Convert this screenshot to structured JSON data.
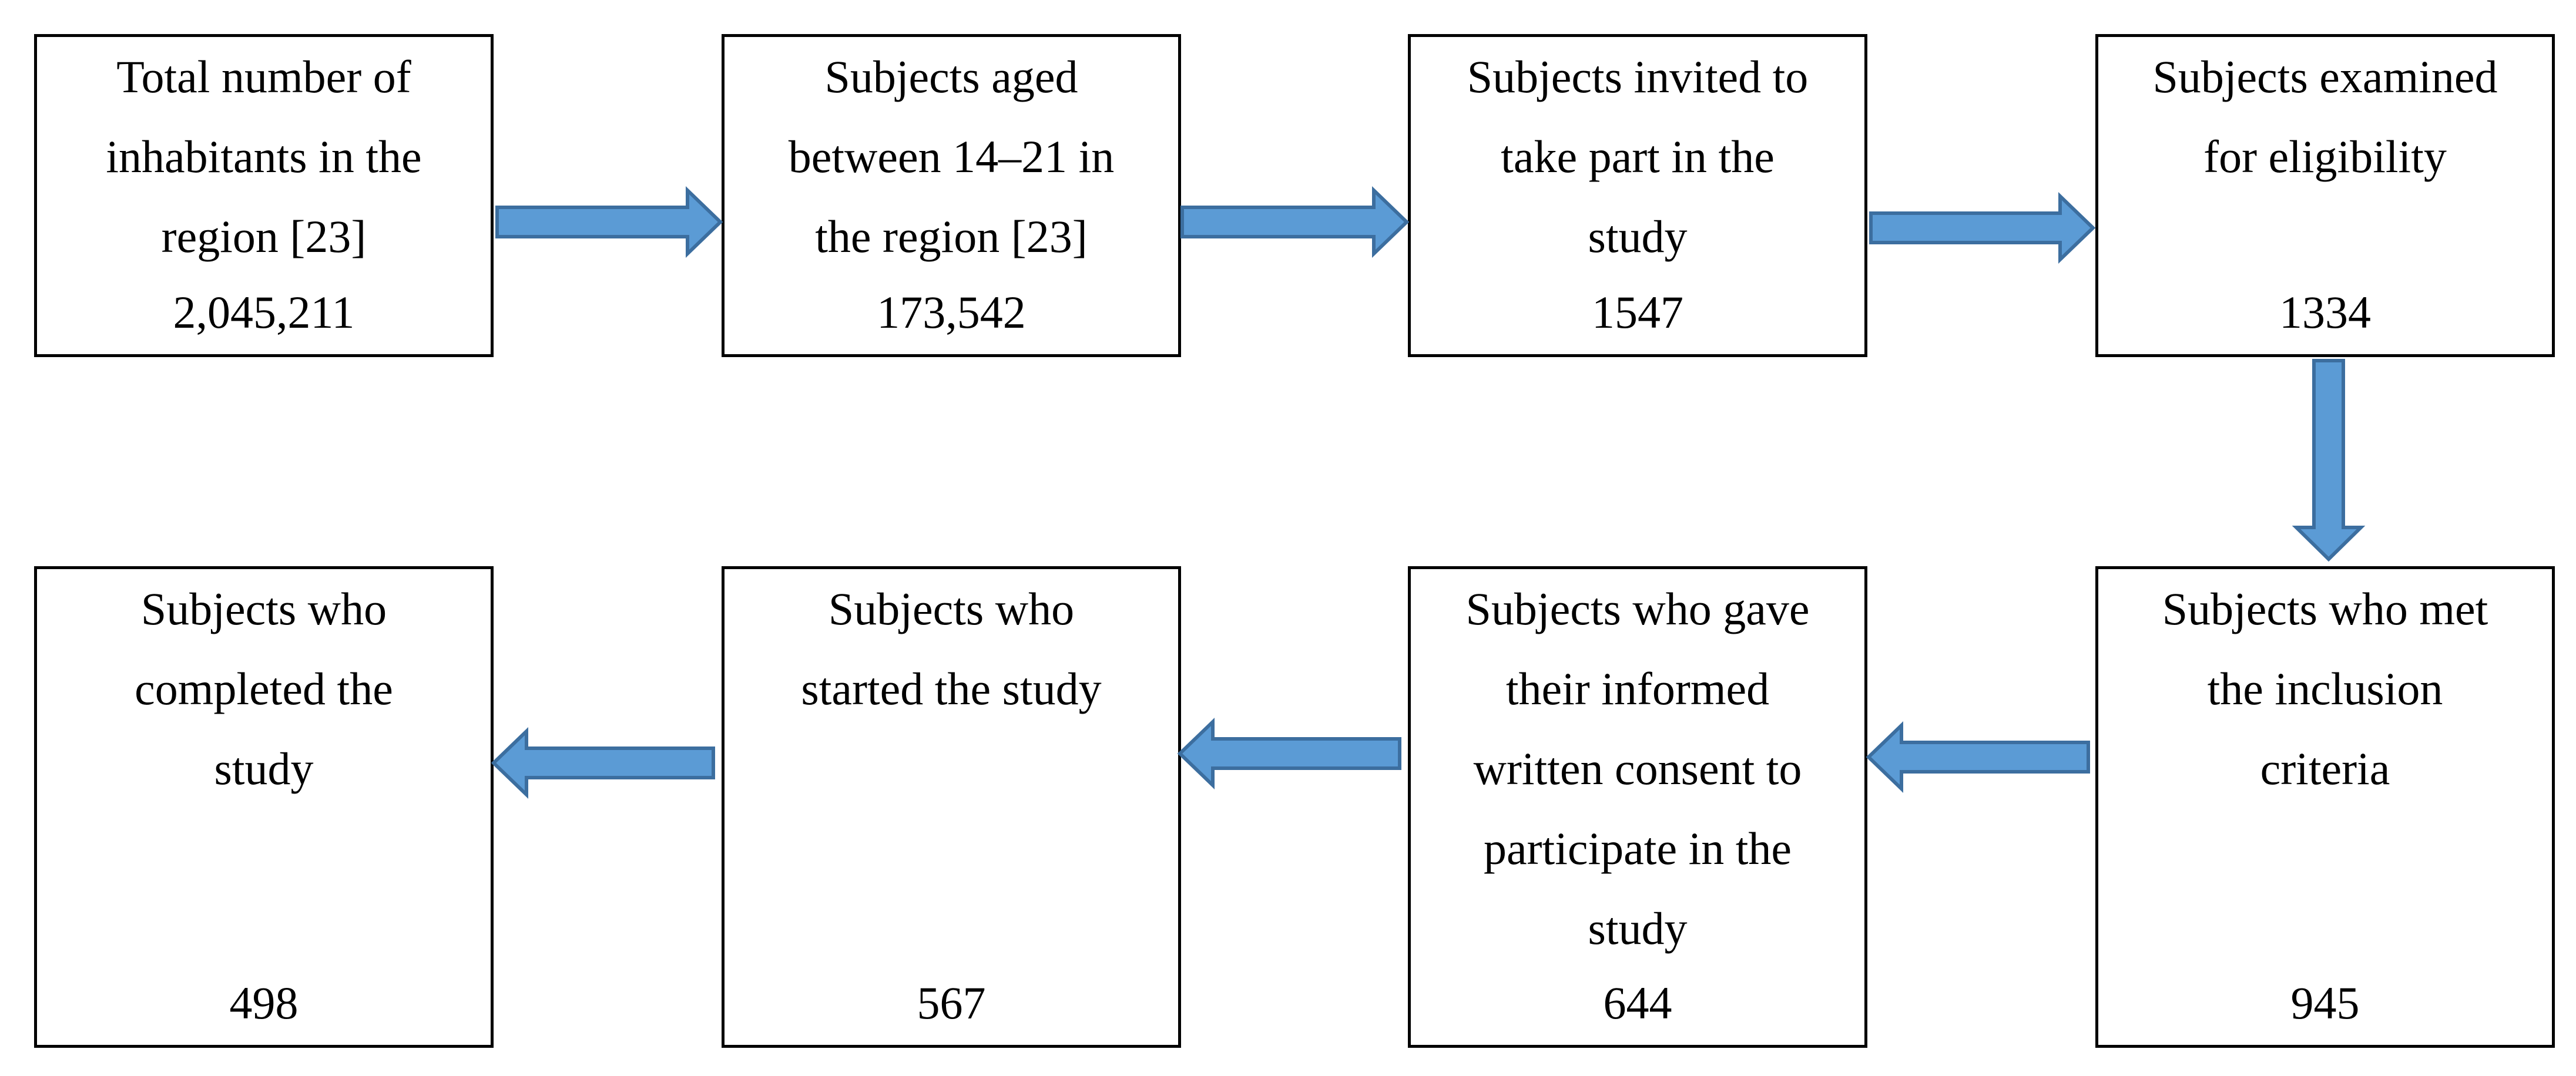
{
  "flow": {
    "steps": [
      {
        "text": "Total number of\ninhabitants in the\nregion [23]",
        "count": "2,045,211"
      },
      {
        "text": "Subjects aged\nbetween 14–21 in\nthe region [23]",
        "count": "173,542"
      },
      {
        "text": "Subjects invited to\ntake part in the\nstudy",
        "count": "1547"
      },
      {
        "text": "Subjects examined\nfor eligibility",
        "count": "1334"
      },
      {
        "text": "Subjects who met\nthe inclusion\ncriteria",
        "count": "945"
      },
      {
        "text": "Subjects who gave\ntheir informed\nwritten consent to\nparticipate in the\nstudy",
        "count": "644"
      },
      {
        "text": "Subjects who\nstarted the study",
        "count": "567"
      },
      {
        "text": "Subjects who\ncompleted the\nstudy",
        "count": "498"
      }
    ]
  },
  "colors": {
    "arrow_fill": "#5b9bd5",
    "arrow_stroke": "#3c6e9f",
    "box_border": "#000000"
  }
}
